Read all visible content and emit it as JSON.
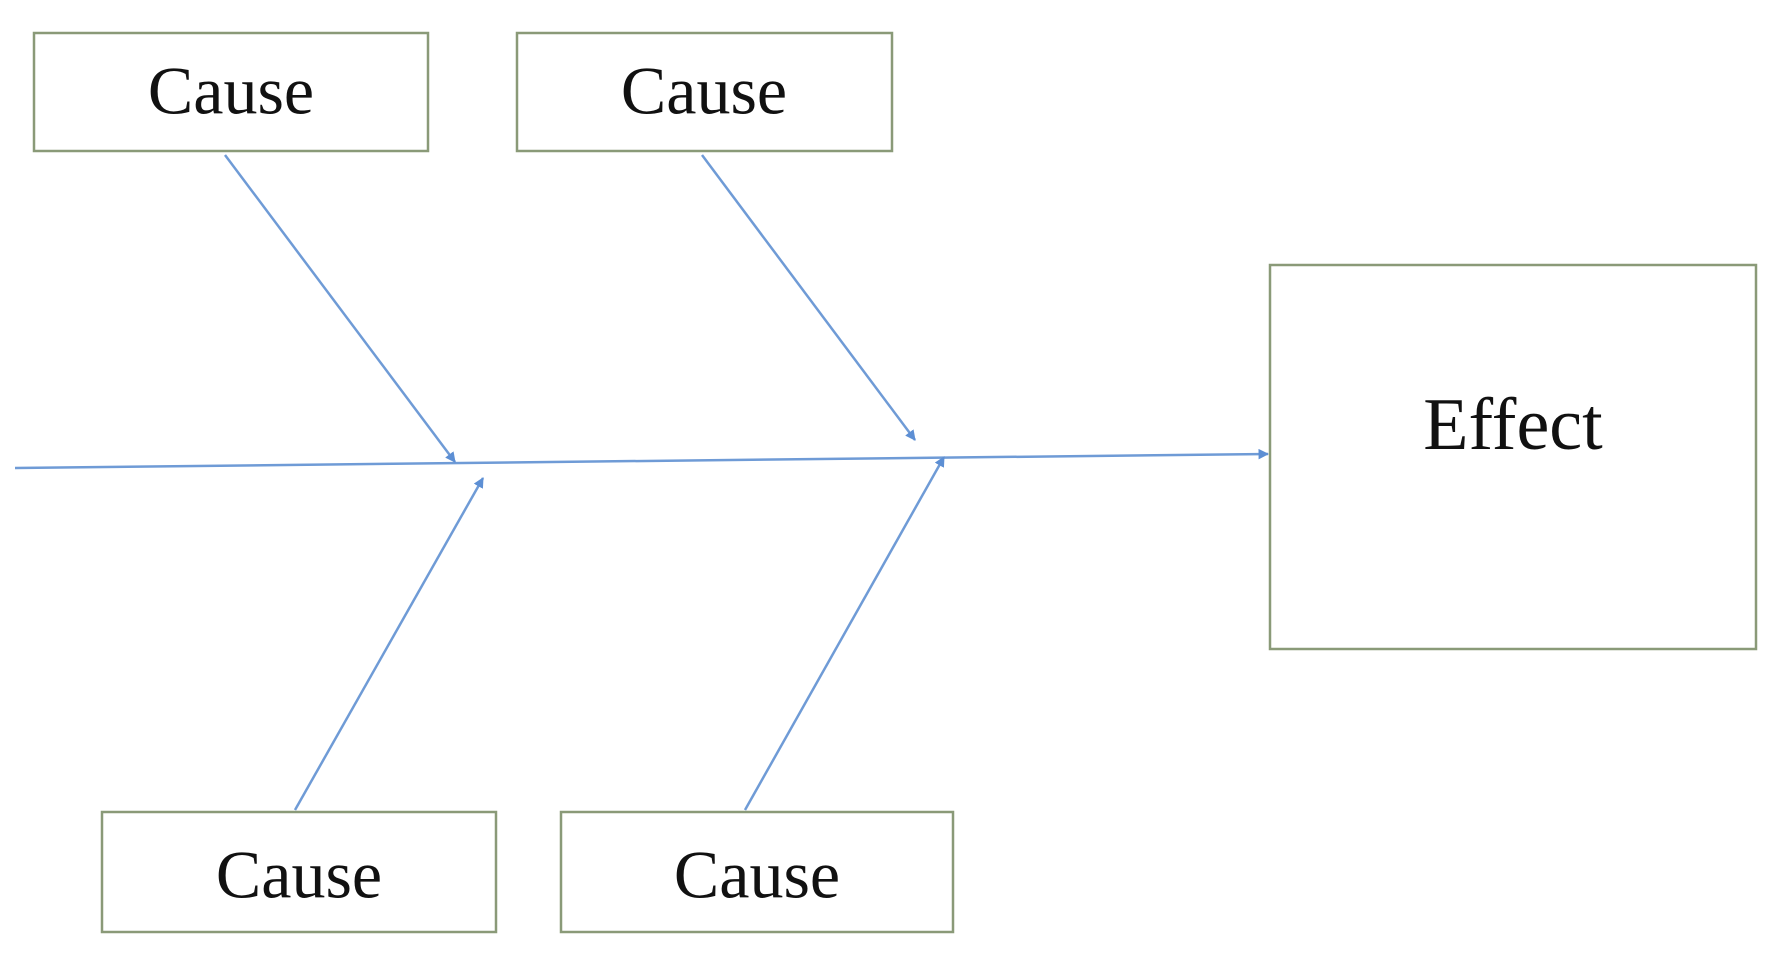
{
  "diagram": {
    "type": "fishbone",
    "causes": [
      {
        "id": "cause-top-left",
        "label": "Cause"
      },
      {
        "id": "cause-top-right",
        "label": "Cause"
      },
      {
        "id": "cause-bottom-left",
        "label": "Cause"
      },
      {
        "id": "cause-bottom-right",
        "label": "Cause"
      }
    ],
    "effect": {
      "label": "Effect"
    },
    "colors": {
      "line": "#6f9bd6",
      "box_border": "#8a9a78",
      "text": "#111111"
    }
  }
}
